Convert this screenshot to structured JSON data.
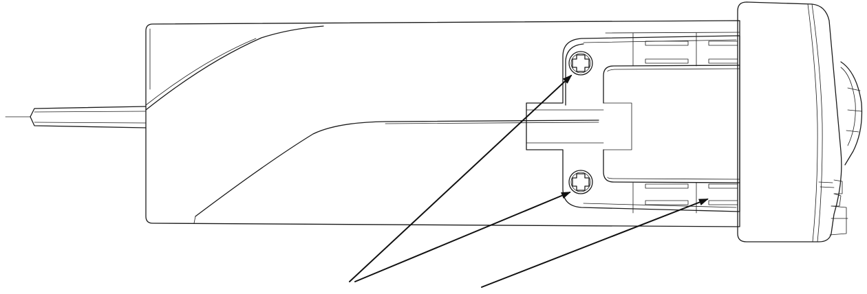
{
  "diagram": {
    "labels": [],
    "colors": {
      "line": "#1a1a1a",
      "background": "#ffffff",
      "arrowhead": "#111111"
    },
    "callouts": [
      {
        "name": "upper-screw-callout",
        "target": "upper-screw"
      },
      {
        "name": "lower-screw-callout",
        "target": "lower-screw"
      },
      {
        "name": "rail-slot-callout",
        "target": "guide-rail"
      }
    ]
  }
}
